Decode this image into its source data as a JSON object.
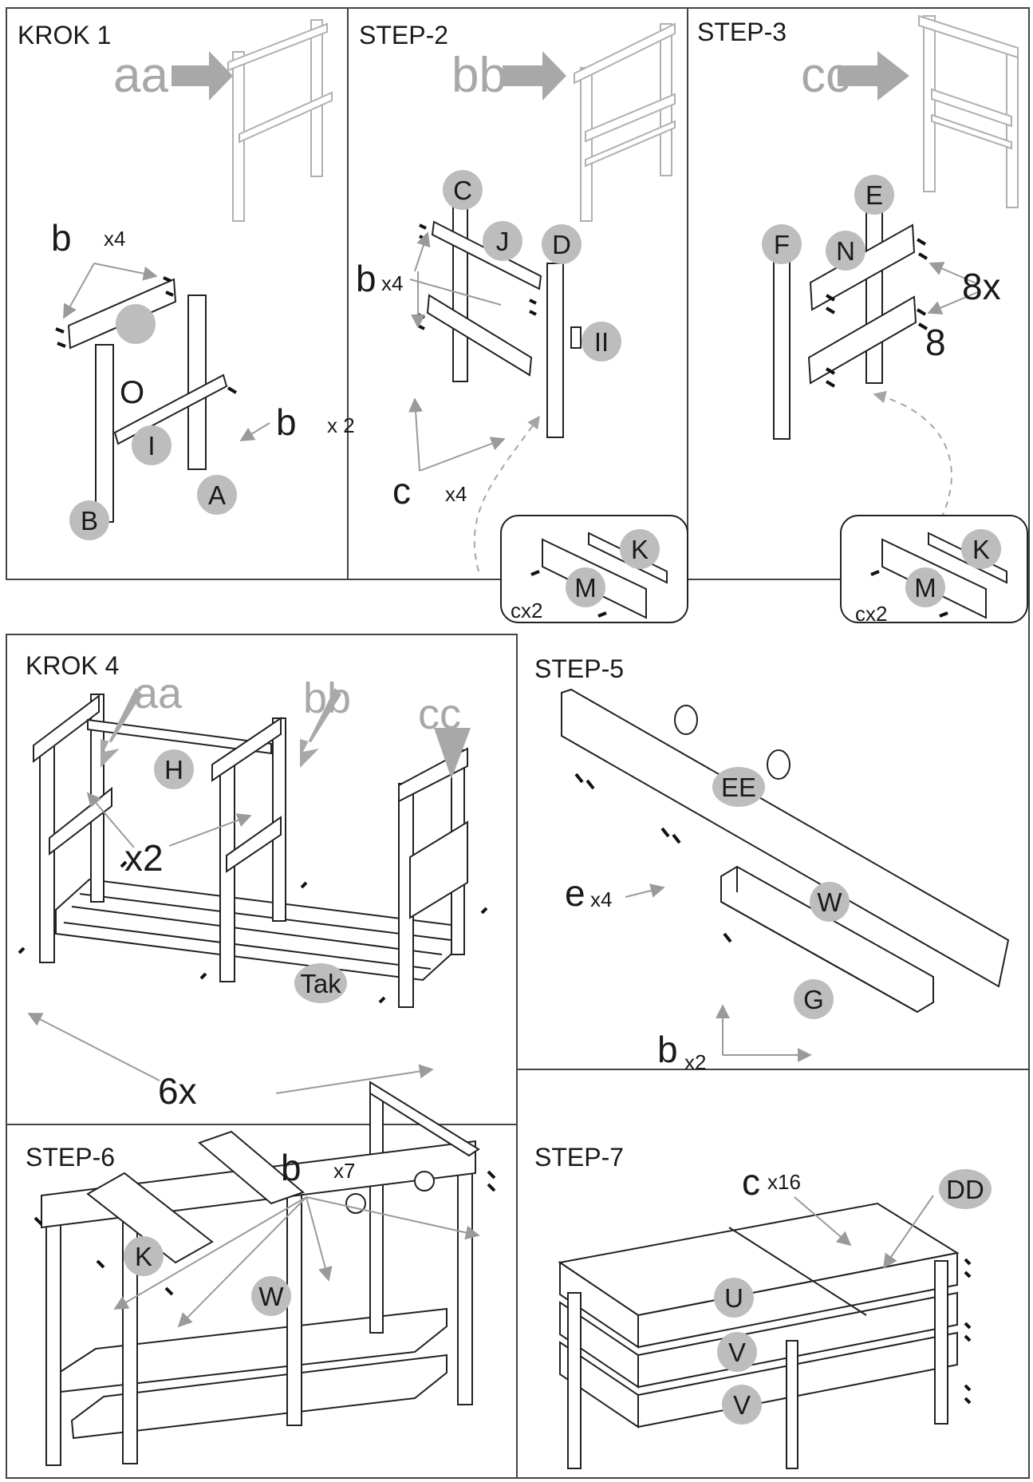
{
  "panels": {
    "p1": {
      "title": "KROK  1",
      "ghost": "aa",
      "fastener_b": "b",
      "fastener_b_count": "x4",
      "fastener_b2": "b",
      "fastener_b2_count": "x  2",
      "parts": [
        "O",
        "I",
        "A",
        "B"
      ]
    },
    "p2": {
      "title": "STEP-2",
      "ghost": "bb",
      "fastener_b": "b",
      "fastener_b_count": "x4",
      "fastener_c": "c",
      "fastener_c_count": "x4",
      "parts": [
        "C",
        "J",
        "D",
        "II"
      ]
    },
    "p3": {
      "title": "STEP-3",
      "ghost": "cc",
      "count_1": "8x",
      "count_2": "8",
      "parts": [
        "E",
        "F",
        "N"
      ]
    },
    "inset_1": {
      "parts": [
        "K",
        "M"
      ],
      "fastener": "cx2"
    },
    "inset_2": {
      "parts": [
        "K",
        "M"
      ],
      "fastener": "cx2"
    },
    "p4": {
      "title": "KROK  4",
      "ghost": [
        "aa",
        "bb",
        "cc"
      ],
      "count_1": "x2",
      "count_2": "6x",
      "parts": [
        "H",
        "Tak"
      ]
    },
    "p5": {
      "title": "STEP-5",
      "fastener_e": "e",
      "fastener_e_count": "x4",
      "fastener_b": "b",
      "fastener_b_count": "x2",
      "parts": [
        "EE",
        "W",
        "G"
      ]
    },
    "p6": {
      "title": "STEP-6",
      "fastener_b": "b",
      "fastener_b_count": "x7",
      "parts": [
        "K",
        "W"
      ]
    },
    "p7": {
      "title": "STEP-7",
      "fastener_c": "c",
      "fastener_c_count": "x16",
      "parts": [
        "DD",
        "U",
        "V",
        "V"
      ]
    }
  }
}
